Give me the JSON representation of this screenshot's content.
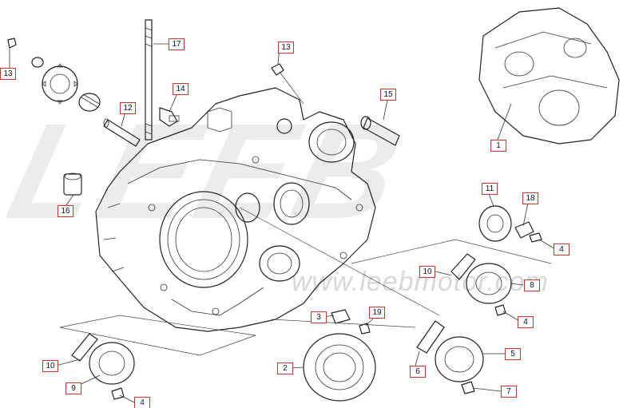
{
  "watermark": {
    "logo": "LEEB",
    "url": "www.leebmotor.com"
  },
  "callouts": [
    {
      "id": "c13a",
      "label": "13"
    },
    {
      "id": "c17",
      "label": "17"
    },
    {
      "id": "c13b",
      "label": "13"
    },
    {
      "id": "c14",
      "label": "14"
    },
    {
      "id": "c12",
      "label": "12"
    },
    {
      "id": "c15",
      "label": "15"
    },
    {
      "id": "c1",
      "label": "1"
    },
    {
      "id": "c16",
      "label": "16"
    },
    {
      "id": "c11",
      "label": "11"
    },
    {
      "id": "c18",
      "label": "18"
    },
    {
      "id": "c4a",
      "label": "4"
    },
    {
      "id": "c10a",
      "label": "10"
    },
    {
      "id": "c8",
      "label": "8"
    },
    {
      "id": "c4b",
      "label": "4"
    },
    {
      "id": "c3",
      "label": "3"
    },
    {
      "id": "c19",
      "label": "19"
    },
    {
      "id": "c5",
      "label": "5"
    },
    {
      "id": "c6",
      "label": "6"
    },
    {
      "id": "c2",
      "label": "2"
    },
    {
      "id": "c10b",
      "label": "10"
    },
    {
      "id": "c9",
      "label": "9"
    },
    {
      "id": "c4c",
      "label": "4"
    },
    {
      "id": "c7",
      "label": "7"
    }
  ]
}
